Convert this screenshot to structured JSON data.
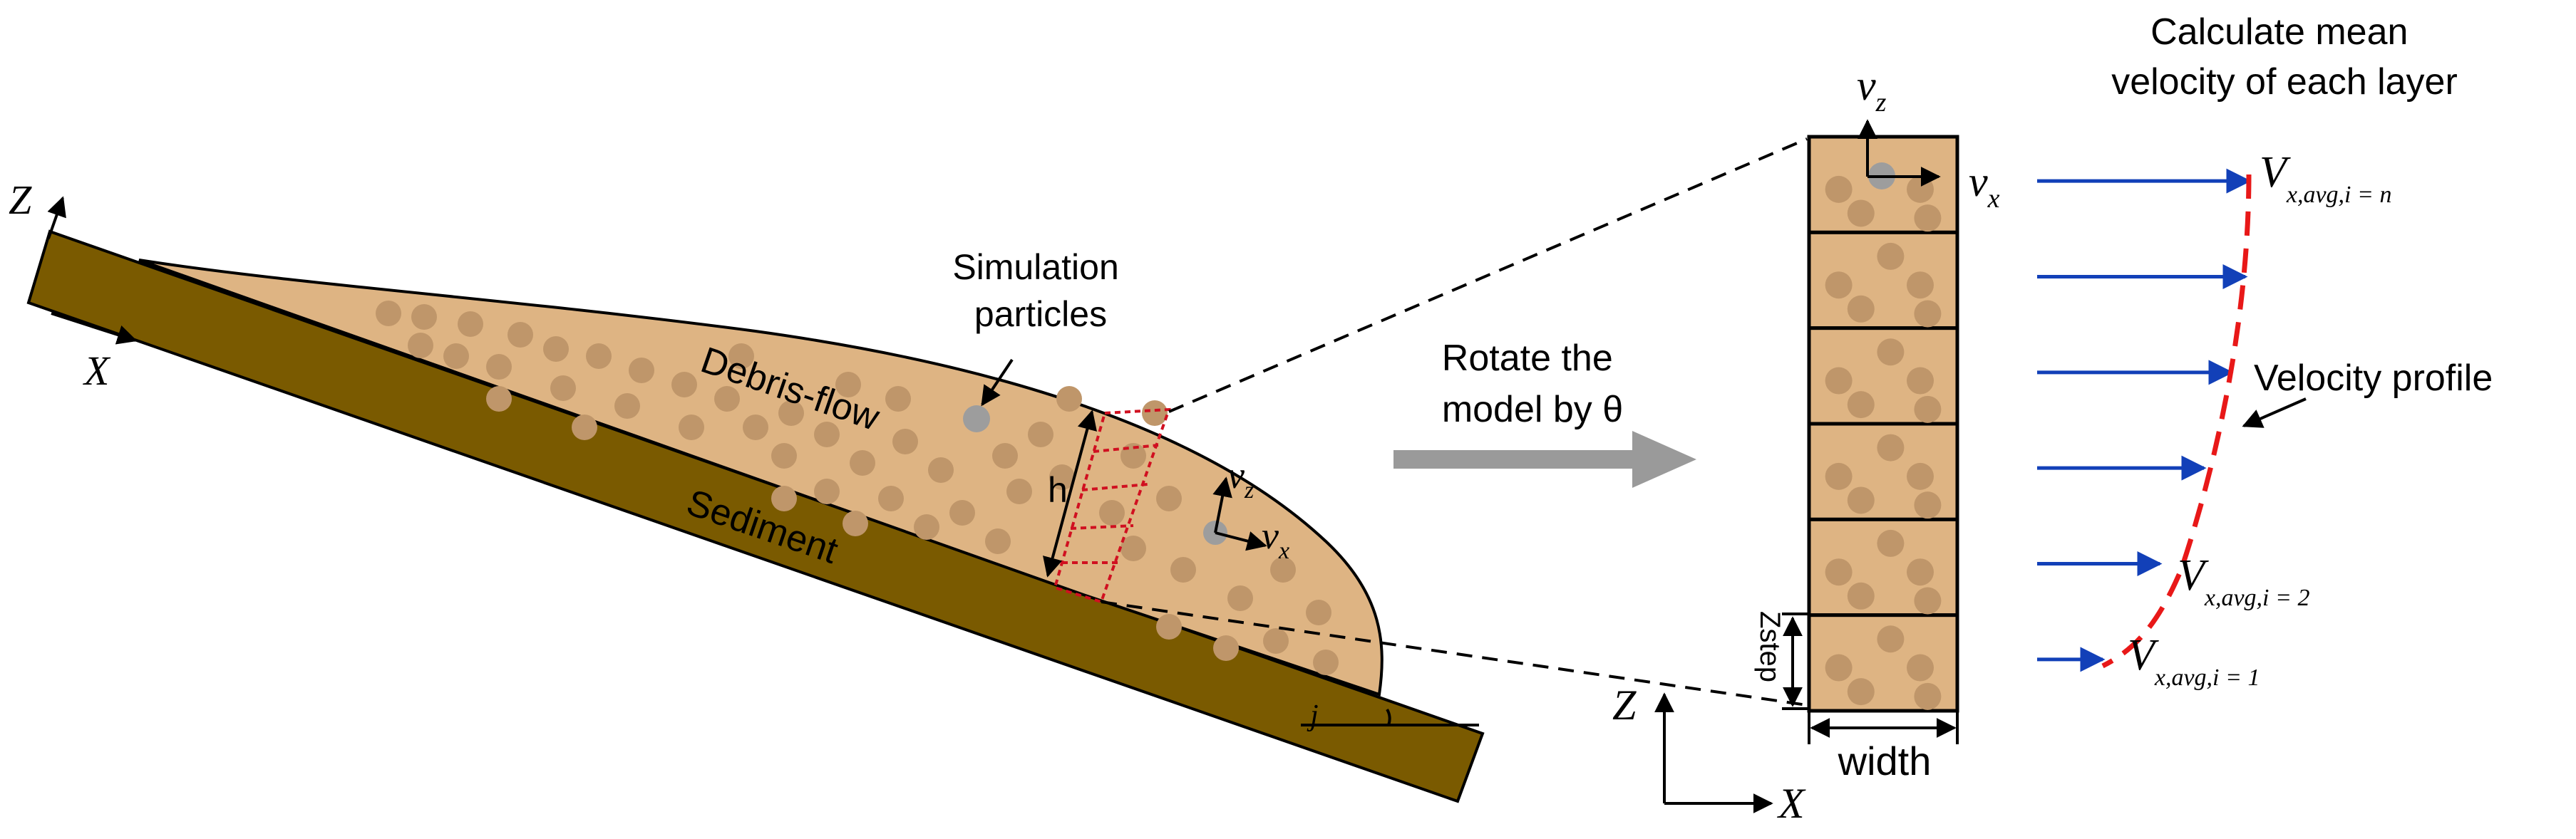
{
  "colors": {
    "sediment": "#7a5a00",
    "flow": "#deb483",
    "particle": "#bf966a",
    "tracked_particle": "#9d9d9d",
    "sampling_grid": "#d01020",
    "velocity_arrow": "#1240b8",
    "profile": "#e81818",
    "rotate_arrow": "#9a9a9a"
  },
  "labels": {
    "axis_z": "Z",
    "axis_x": "X",
    "simulation_line1": "Simulation",
    "simulation_line2": "particles",
    "debris_flow": "Debris-flow",
    "sediment": "Sediment",
    "h": "h",
    "rotate_line1": "Rotate the",
    "rotate_line2": "model by θ",
    "calc_line1": "Calculate mean",
    "calc_line2": "velocity of each layer",
    "velocity_profile": "Velocity profile",
    "width": "width",
    "zstep": "Zstep",
    "right_axis_z": "Z",
    "right_axis_x": "X",
    "theta_marker": "j"
  },
  "vector_labels": {
    "v": "v",
    "sub_z": "z",
    "sub_x": "x",
    "V": "V",
    "sub_top": "x,avg,i = n",
    "sub_2": "x,avg,i = 2",
    "sub_1": "x,avg,i = 1"
  },
  "profile": {
    "layers": 6,
    "arrow_count": 6
  }
}
